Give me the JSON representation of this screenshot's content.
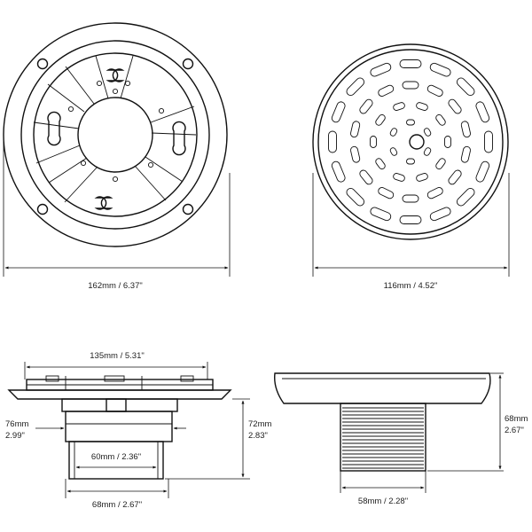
{
  "dimensions": {
    "flange_diameter": "162mm / 6.37\"",
    "grate_diameter": "116mm / 4.52\"",
    "bolt_spacing": "135mm / 5.31\"",
    "body_height_line1": "76mm",
    "body_height_line2": "2.99\"",
    "total_height_line1": "72mm",
    "total_height_line2": "2.83\"",
    "inner_diameter": "60mm / 2.36\"",
    "outer_diameter": "68mm / 2.67\"",
    "grate_height_line1": "68mm",
    "grate_height_line2": "2.67\"",
    "thread_diameter": "58mm / 2.28\""
  }
}
